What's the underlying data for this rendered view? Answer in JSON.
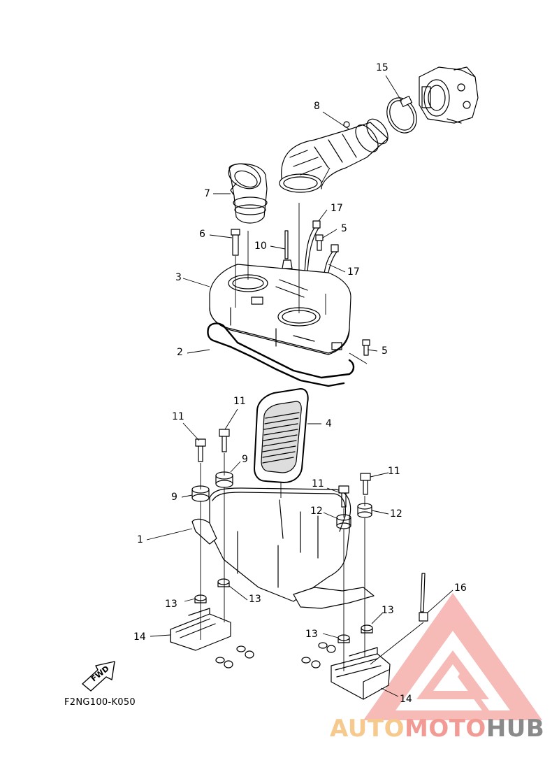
{
  "diagram": {
    "callouts": [
      {
        "id": "c15a",
        "label": "15"
      },
      {
        "id": "c8",
        "label": "8"
      },
      {
        "id": "c7",
        "label": "7"
      },
      {
        "id": "c17a",
        "label": "17"
      },
      {
        "id": "c5a",
        "label": "5"
      },
      {
        "id": "c6",
        "label": "6"
      },
      {
        "id": "c10",
        "label": "10"
      },
      {
        "id": "c17b",
        "label": "17"
      },
      {
        "id": "c3",
        "label": "3"
      },
      {
        "id": "c2",
        "label": "2"
      },
      {
        "id": "c5b",
        "label": "5"
      },
      {
        "id": "c11a",
        "label": "11"
      },
      {
        "id": "c11b",
        "label": "11"
      },
      {
        "id": "c4",
        "label": "4"
      },
      {
        "id": "c9a",
        "label": "9"
      },
      {
        "id": "c9b",
        "label": "9"
      },
      {
        "id": "c11c",
        "label": "11"
      },
      {
        "id": "c11d",
        "label": "11"
      },
      {
        "id": "c12a",
        "label": "12"
      },
      {
        "id": "c12b",
        "label": "12"
      },
      {
        "id": "c1",
        "label": "1"
      },
      {
        "id": "c16",
        "label": "16"
      },
      {
        "id": "c13a",
        "label": "13"
      },
      {
        "id": "c13b",
        "label": "13"
      },
      {
        "id": "c13c",
        "label": "13"
      },
      {
        "id": "c13d",
        "label": "13"
      },
      {
        "id": "c14a",
        "label": "14"
      },
      {
        "id": "c14b",
        "label": "14"
      }
    ],
    "fwd_label": "FWD",
    "diagram_code": "F2NG100-K050"
  },
  "watermark": {
    "part1": "AUTO",
    "part2": "MOTO",
    "part3": "HUB",
    "colors": {
      "auto": "#f6c98e",
      "moto": "#f29a94",
      "hub": "#8a8a8a",
      "logo": "#f29a94"
    }
  }
}
